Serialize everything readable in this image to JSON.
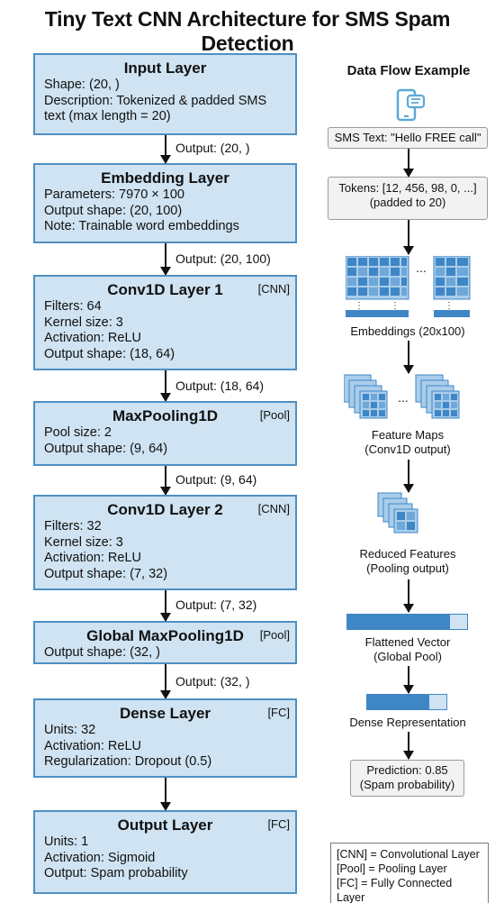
{
  "title": "Tiny Text CNN Architecture for SMS Spam Detection",
  "layers": [
    {
      "name": "Input Layer",
      "tag": "",
      "lines": [
        "Shape: (20, )",
        "Description: Tokenized & padded SMS text (max length = 20)"
      ]
    },
    {
      "name": "Embedding Layer",
      "tag": "",
      "lines": [
        "Parameters: 7970 × 100",
        "Output shape: (20, 100)",
        "Note: Trainable word embeddings"
      ]
    },
    {
      "name": "Conv1D Layer 1",
      "tag": "[CNN]",
      "lines": [
        "Filters: 64",
        "Kernel size: 3",
        "Activation: ReLU",
        "Output shape: (18, 64)"
      ]
    },
    {
      "name": "MaxPooling1D",
      "tag": "[Pool]",
      "lines": [
        "Pool size: 2",
        "Output shape: (9, 64)"
      ]
    },
    {
      "name": "Conv1D Layer 2",
      "tag": "[CNN]",
      "lines": [
        "Filters: 32",
        "Kernel size: 3",
        "Activation: ReLU",
        "Output shape: (7, 32)"
      ]
    },
    {
      "name": "Global MaxPooling1D",
      "tag": "[Pool]",
      "lines": [
        "Output shape: (32, )"
      ]
    },
    {
      "name": "Dense Layer",
      "tag": "[FC]",
      "lines": [
        "Units: 32",
        "Activation: ReLU",
        "Regularization: Dropout (0.5)"
      ]
    },
    {
      "name": "Output Layer",
      "tag": "[FC]",
      "lines": [
        "Units: 1",
        "Activation: Sigmoid",
        "Output: Spam probability"
      ]
    }
  ],
  "connections": [
    "Output: (20, )",
    "Output: (20, 100)",
    "Output: (18, 64)",
    "Output: (9, 64)",
    "Output: (7, 32)",
    "Output: (32, )"
  ],
  "flow": {
    "title": "Data Flow Example",
    "sms_text": "SMS Text: \"Hello FREE call\"",
    "tokens": "Tokens: [12, 456, 98, 0, ...]",
    "tokens_note": "(padded to 20)",
    "embeddings": "Embeddings (20x100)",
    "feature_maps": "Feature Maps",
    "feature_maps_note": "(Conv1D output)",
    "reduced": "Reduced Features",
    "reduced_note": "(Pooling output)",
    "flattened": "Flattened Vector",
    "flattened_note": "(Global Pool)",
    "dense": "Dense Representation",
    "prediction": "Prediction: 0.85",
    "prediction_note": "(Spam probability)",
    "ellipsis": "..."
  },
  "legend": [
    "[CNN] = Convolutional Layer",
    "[Pool] = Pooling Layer",
    "[FC] = Fully Connected Layer"
  ],
  "colors": {
    "layer_fill": "#cfe3f2",
    "layer_border": "#4f8fc2",
    "cell_dark": "#3f86c6",
    "cell_light": "#a9cdea",
    "phone": "#5aa9d6"
  }
}
